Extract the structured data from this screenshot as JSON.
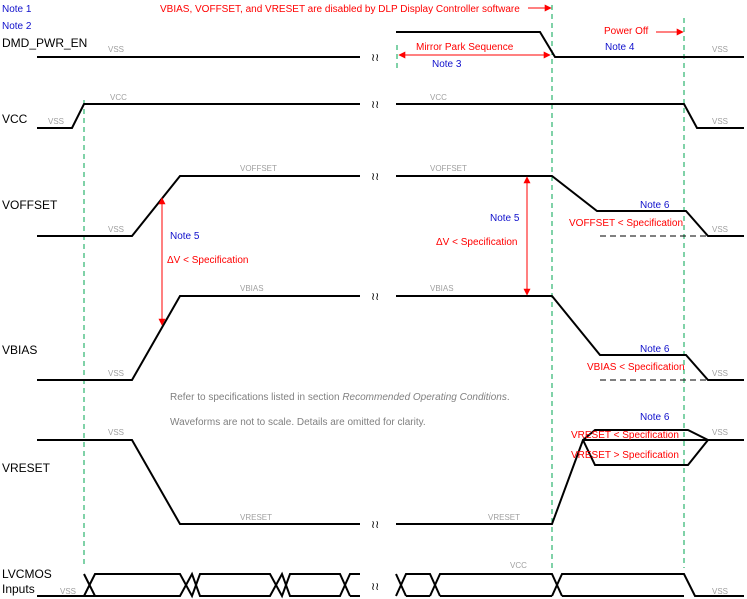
{
  "notes": {
    "note1": "Note 1",
    "note2": "Note 2",
    "note3": "Note 3",
    "note4": "Note 4",
    "note5": "Note 5",
    "note6": "Note 6"
  },
  "header": {
    "disabled_text": "VBIAS, VOFFSET, and VRESET are disabled by DLP Display Controller software",
    "mirror_park": "Mirror Park Sequence",
    "power_off": "Power Off"
  },
  "signals": {
    "dmd_pwr_en": "DMD_PWR_EN",
    "vcc": "VCC",
    "voffset": "VOFFSET",
    "vbias": "VBIAS",
    "vreset": "VRESET",
    "lvcmos_line1": "LVCMOS",
    "lvcmos_line2": "Inputs"
  },
  "levels": {
    "vss": "VSS",
    "vcc": "VCC",
    "voffset": "VOFFSET",
    "vbias": "VBIAS",
    "vreset": "VRESET"
  },
  "annotations": {
    "delta_v": "ΔV < Specification",
    "voffset_spec": "VOFFSET < Specification",
    "vbias_spec": "VBIAS < Specification",
    "vreset_lt_spec": "VRESET < Specification",
    "vreset_gt_spec": "VRESET > Specification",
    "footnote_prefix": "Refer to specifications listed in section ",
    "footnote_section": "Recommended Operating Conditions",
    "footnote_suffix": ".",
    "footnote2": "Waveforms are not to scale.   Details are omitted for clarity."
  },
  "break_symbol": "≀≀",
  "colors": {
    "guide_line": "#00a651",
    "annotation_red": "#ff0000",
    "note_blue": "#1010cc",
    "level_grey": "#a0a0a0"
  }
}
